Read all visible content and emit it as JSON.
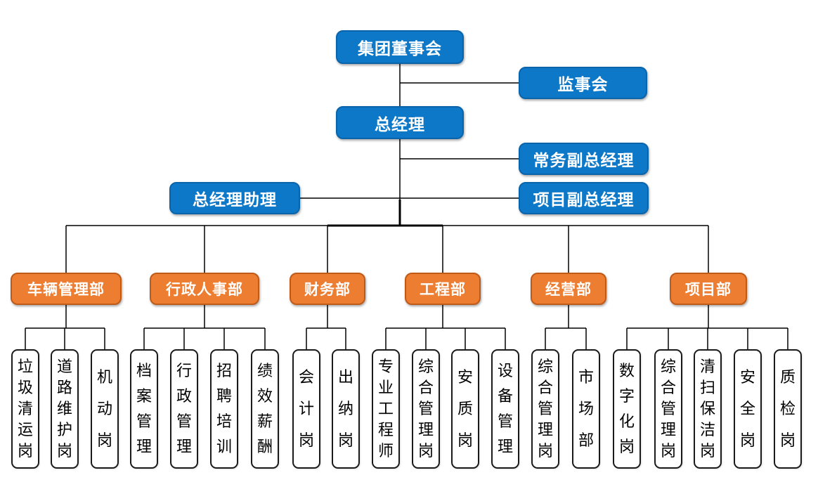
{
  "colors": {
    "executive_fill": "#0D78C8",
    "executive_border": "#0A64AC",
    "department_fill": "#ED7D31",
    "department_border": "#C05A17",
    "position_fill": "#FFFFFF",
    "position_border": "#1A1A1A",
    "connector_line": "#000000",
    "text_on_fill": "#FFFFFF",
    "text_on_white": "#000000"
  },
  "executives": {
    "board": "集团董事会",
    "supervisory": "监事会",
    "general_manager": "总经理",
    "executive_deputy_gm": "常务副总经理",
    "gm_assistant": "总经理助理",
    "project_deputy_gm": "项目副总经理"
  },
  "departments": [
    {
      "label": "车辆管理部",
      "positions": [
        "垃圾清运岗",
        "道路维护岗",
        "机动岗"
      ]
    },
    {
      "label": "行政人事部",
      "positions": [
        "档案管理",
        "行政管理",
        "招聘培训",
        "绩效薪酬"
      ]
    },
    {
      "label": "财务部",
      "positions": [
        "会计岗",
        "出纳岗"
      ]
    },
    {
      "label": "工程部",
      "positions": [
        "专业工程师",
        "综合管理岗",
        "安质岗",
        "设备管理"
      ]
    },
    {
      "label": "经营部",
      "positions": [
        "综合管理岗",
        "市场部"
      ]
    },
    {
      "label": "项目部",
      "positions": [
        "数字化岗",
        "综合管理岗",
        "清扫保洁岗",
        "安全岗",
        "质检岗"
      ]
    }
  ]
}
